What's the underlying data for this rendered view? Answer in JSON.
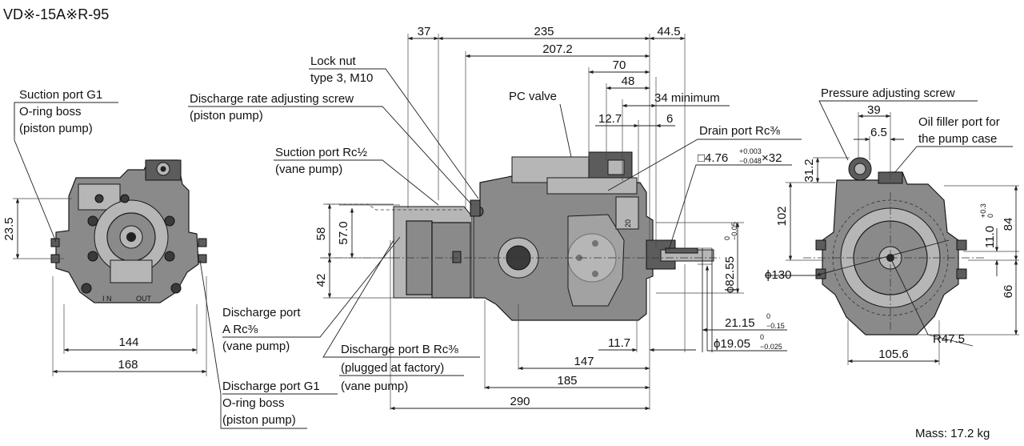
{
  "title": "VD※-15A※R-95",
  "mass": "Mass: 17.2 kg",
  "labels": {
    "suction_g1": [
      "Suction port G1",
      "O-ring boss",
      "(piston pump)"
    ],
    "lock_nut": [
      "Lock nut",
      "type 3, M10"
    ],
    "rate_screw": [
      "Discharge rate adjusting screw",
      "(piston pump)"
    ],
    "suction_rc": [
      "Suction port Rc½",
      "(vane pump)"
    ],
    "pc_valve": "PC valve",
    "drain_port": "Drain port Rc⅜",
    "key": "□4.76",
    "key_tol_upper": "+0.003",
    "key_tol_lower": "−0.048",
    "key_len": "×32",
    "discharge_a": [
      "Discharge port",
      "A Rc⅜",
      "(vane pump)"
    ],
    "discharge_b": [
      "Discharge port B Rc⅜",
      "(plugged at factory)",
      "(vane pump)"
    ],
    "discharge_g1": [
      "Discharge port G1",
      "O-ring boss",
      "(piston pump)"
    ],
    "pressure_screw": "Pressure adjusting screw",
    "oil_filler": [
      "Oil filler port for",
      "the pump case"
    ],
    "plate_in": "I N",
    "plate_out": "OUT"
  },
  "dims": {
    "d37": "37",
    "d235": "235",
    "d44_5": "44.5",
    "d207_2": "207.2",
    "d70": "70",
    "d48": "48",
    "d34min": "34 minimum",
    "d12_7": "12.7",
    "d6": "6",
    "d23_5": "23.5",
    "d58": "58",
    "d57": "57.0",
    "d42": "42",
    "d20": "20",
    "d82_55": "ϕ82.55",
    "d82_tol_u": "0",
    "d82_tol_l": "−0.05",
    "d21_15": "21.15",
    "d21_tol_u": "0",
    "d21_tol_l": "−0.15",
    "d19_05": "ϕ19.05",
    "d19_tol_u": "0",
    "d19_tol_l": "−0.025",
    "d11_7": "11.7",
    "d147": "147",
    "d185": "185",
    "d290": "290",
    "d144": "144",
    "d168": "168",
    "d39": "39",
    "d6_5": "6.5",
    "d31_2": "31.2",
    "d102": "102",
    "d11_0": "11.0",
    "d11_tol_u": "+0.3",
    "d11_tol_l": "0",
    "d84": "84",
    "d66": "66",
    "d130": "ϕ130",
    "d105_6": "105.6",
    "dR47_5": "R47.5"
  },
  "icons": {
    "front_view": "pump-front-view",
    "side_view": "pump-side-view",
    "end_view": "pump-end-view"
  }
}
